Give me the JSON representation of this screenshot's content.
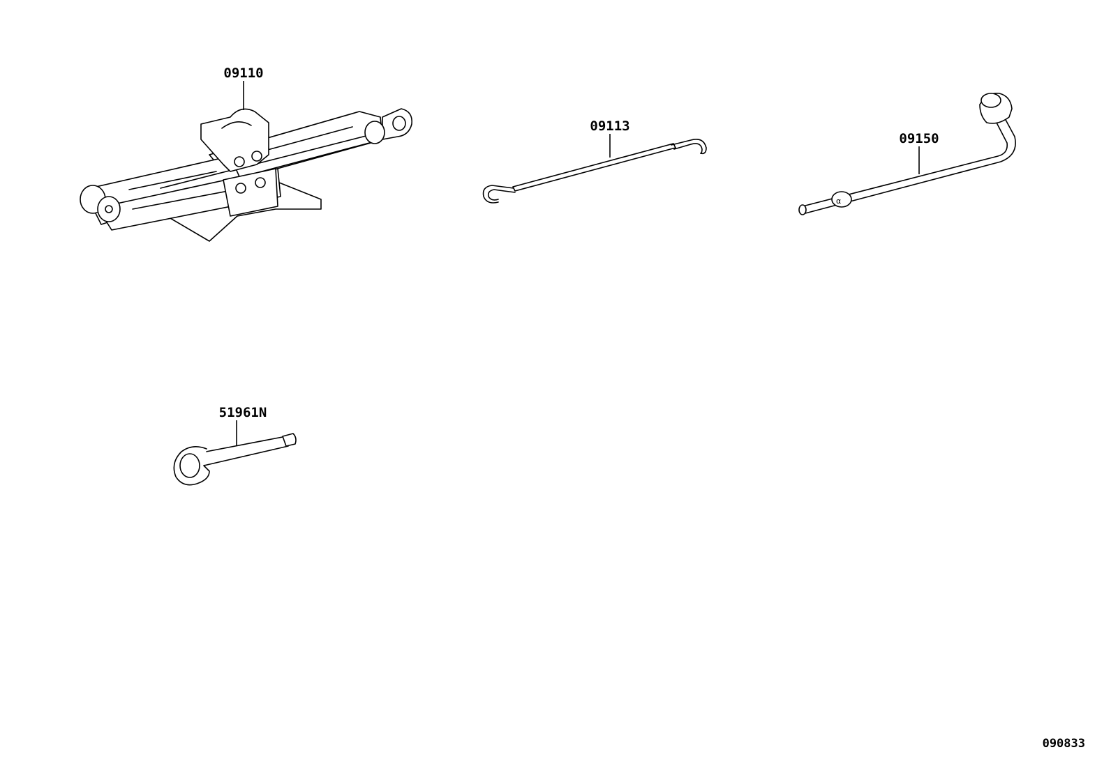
{
  "callouts": {
    "jack": "09110",
    "jack_handle": "09113",
    "wheel_wrench": "09150",
    "jack_handle_extension": "51961N"
  },
  "figure_number": "090833"
}
